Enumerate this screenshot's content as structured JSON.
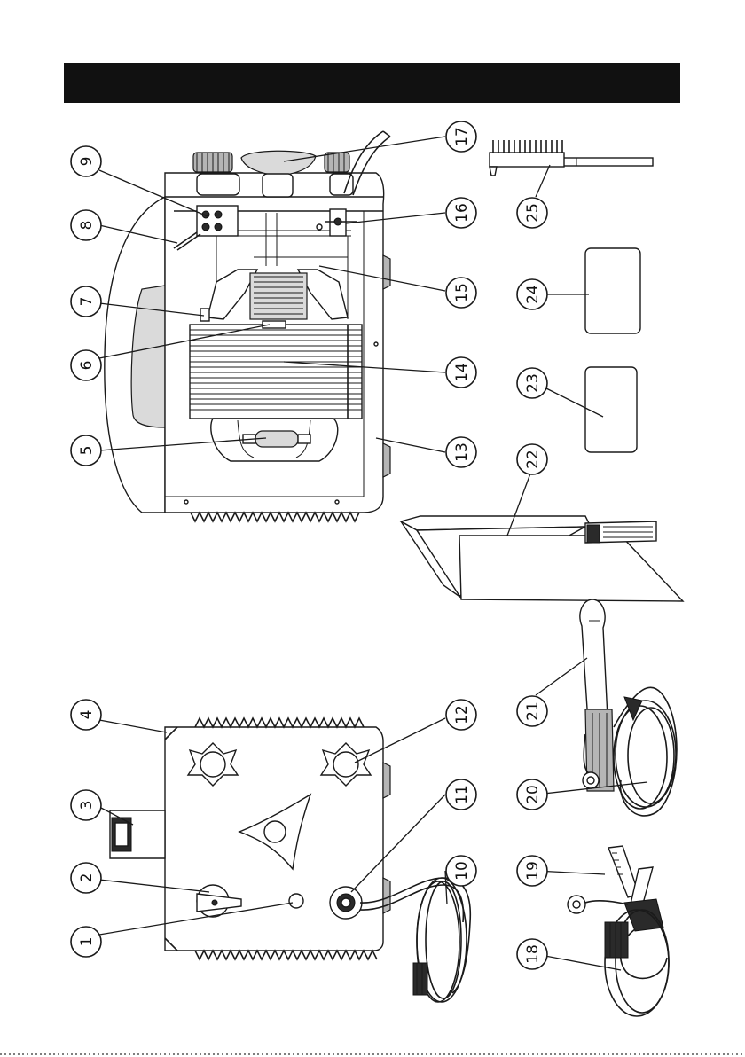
{
  "header": {
    "title": "",
    "bar_color": "#111111"
  },
  "diagram": {
    "callouts": [
      "1",
      "2",
      "3",
      "4",
      "5",
      "6",
      "7",
      "8",
      "9",
      "10",
      "11",
      "12",
      "13",
      "14",
      "15",
      "16",
      "17",
      "18",
      "19",
      "20",
      "21",
      "22",
      "23",
      "24",
      "25"
    ],
    "components": [
      "welder-front-panel",
      "welder-inside-view",
      "transformer-core",
      "cooling-fan",
      "mains-cable",
      "work-clamp-cable",
      "electrode-holder-cable",
      "welding-mask",
      "protective-glass-clear",
      "protective-glass-dark",
      "chipping-hammer-brush"
    ]
  }
}
